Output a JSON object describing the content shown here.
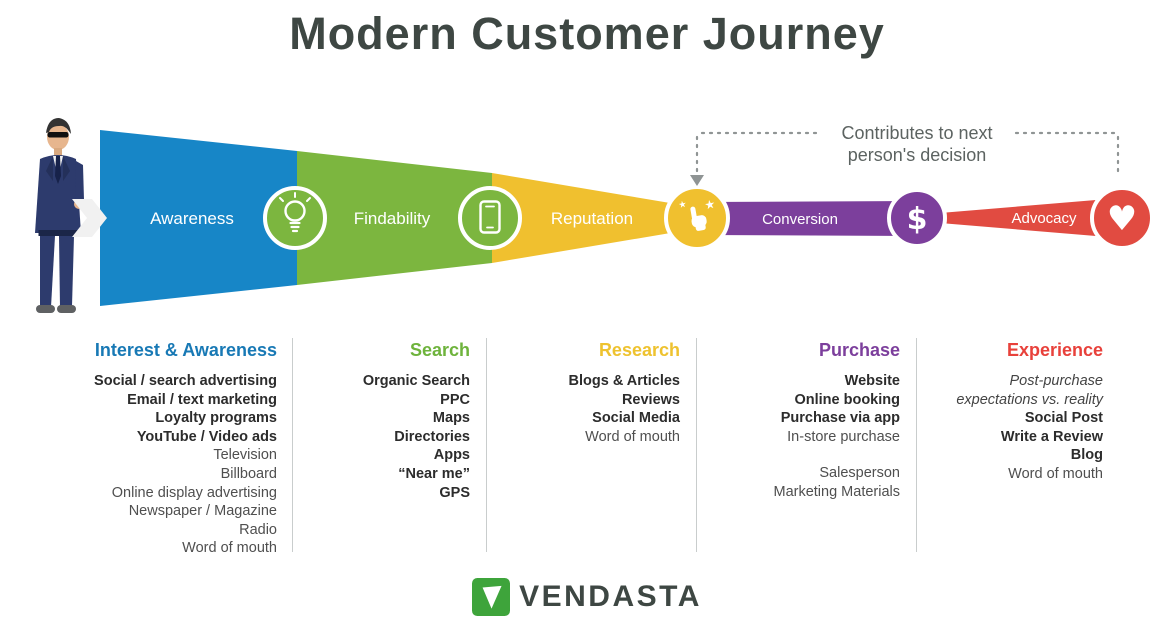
{
  "title": "Modern Customer Journey",
  "annotation": {
    "line1": "Contributes to next",
    "line2": "person's decision"
  },
  "funnel": {
    "stages": [
      {
        "label": "Awareness",
        "color": "#1786c7"
      },
      {
        "label": "Findability",
        "color": "#7cb63f"
      },
      {
        "label": "Reputation",
        "color": "#f0c02f"
      },
      {
        "label": "Conversion",
        "color": "#7c3f9c"
      },
      {
        "label": "Advocacy",
        "color": "#e14b41"
      }
    ],
    "icons": [
      {
        "name": "lightbulb-icon",
        "color": "#7cb63f"
      },
      {
        "name": "phone-icon",
        "color": "#7cb63f"
      },
      {
        "name": "click-stars-icon",
        "color": "#f0c02f",
        "glyph": "★"
      },
      {
        "name": "dollar-icon",
        "color": "#7c3f9c",
        "glyph": "$"
      },
      {
        "name": "heart-icon",
        "color": "#e14b41",
        "glyph": "♥"
      }
    ]
  },
  "columns": [
    {
      "header": "Interest & Awareness",
      "color": "#1879b5",
      "items": [
        {
          "text": "Social / search advertising",
          "style": "bold"
        },
        {
          "text": "Email / text marketing",
          "style": "bold"
        },
        {
          "text": "Loyalty programs",
          "style": "bold"
        },
        {
          "text": "YouTube / Video ads",
          "style": "bold"
        },
        {
          "text": "Television",
          "style": "regular"
        },
        {
          "text": "Billboard",
          "style": "regular"
        },
        {
          "text": "Online display advertising",
          "style": "regular"
        },
        {
          "text": "Newspaper / Magazine",
          "style": "regular"
        },
        {
          "text": "Radio",
          "style": "regular"
        },
        {
          "text": "Word of mouth",
          "style": "regular"
        }
      ]
    },
    {
      "header": "Search",
      "color": "#6eb33c",
      "items": [
        {
          "text": "Organic Search",
          "style": "bold"
        },
        {
          "text": "PPC",
          "style": "bold"
        },
        {
          "text": "Maps",
          "style": "bold"
        },
        {
          "text": "Directories",
          "style": "bold"
        },
        {
          "text": "Apps",
          "style": "bold"
        },
        {
          "text": "“Near me”",
          "style": "bold"
        },
        {
          "text": "GPS",
          "style": "bold"
        }
      ]
    },
    {
      "header": "Research",
      "color": "#eec22f",
      "items": [
        {
          "text": "Blogs & Articles",
          "style": "bold"
        },
        {
          "text": "Reviews",
          "style": "bold"
        },
        {
          "text": "Social Media",
          "style": "bold"
        },
        {
          "text": "Word of mouth",
          "style": "regular"
        }
      ]
    },
    {
      "header": "Purchase",
      "color": "#7c3f9c",
      "items": [
        {
          "text": "Website",
          "style": "bold"
        },
        {
          "text": "Online booking",
          "style": "bold"
        },
        {
          "text": "Purchase via app",
          "style": "bold"
        },
        {
          "text": "In-store purchase",
          "style": "regular"
        },
        {
          "text": "Salesperson",
          "style": "regular-gap"
        },
        {
          "text": "Marketing Materials",
          "style": "regular"
        }
      ]
    },
    {
      "header": "Experience",
      "color": "#e8413b",
      "items": [
        {
          "text": "Post-purchase",
          "style": "italic"
        },
        {
          "text": "expectations vs. reality",
          "style": "italic"
        },
        {
          "text": "Social Post",
          "style": "bold"
        },
        {
          "text": "Write a Review",
          "style": "bold"
        },
        {
          "text": "Blog",
          "style": "bold"
        },
        {
          "text": "Word of mouth",
          "style": "regular"
        }
      ]
    }
  ],
  "logo": {
    "text": "VENDASTA",
    "mark_color": "#3ea43b"
  }
}
